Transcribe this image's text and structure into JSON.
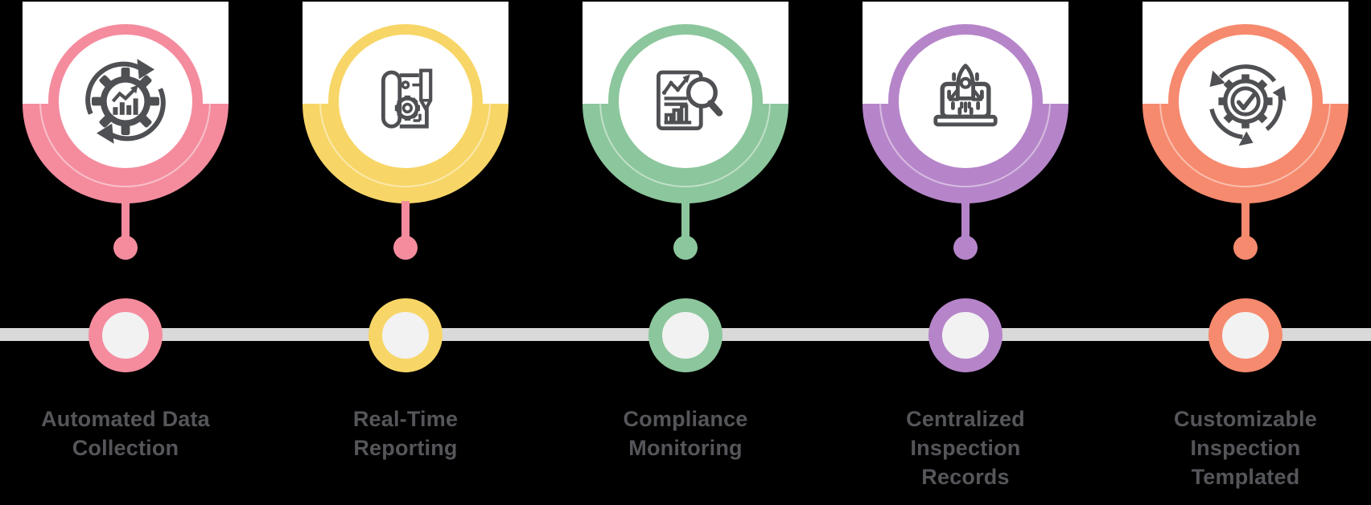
{
  "background_color": "#000000",
  "label_color": "#55565A",
  "icon_stroke_color": "#4F5053",
  "timeline": {
    "line_color": "#D9D9D9",
    "node_fill": "#F2F2F2"
  },
  "items": [
    {
      "label_lines": [
        "Automated Data",
        "Collection"
      ],
      "color": "#F48C9E",
      "stem_color": "#F48C9E",
      "icon": "automation-gear-chart-icon"
    },
    {
      "label_lines": [
        "Real-Time",
        "Reporting"
      ],
      "color": "#F7D667",
      "stem_color": "#F48C9E",
      "icon": "blueprint-gear-pencil-icon"
    },
    {
      "label_lines": [
        "Compliance",
        "Monitoring"
      ],
      "color": "#8CC69C",
      "stem_color": "#8CC69C",
      "icon": "report-magnifier-icon"
    },
    {
      "label_lines": [
        "Centralized",
        "Inspection",
        "Records"
      ],
      "color": "#B685C9",
      "stem_color": "#B685C9",
      "icon": "laptop-rocket-icon"
    },
    {
      "label_lines": [
        "Customizable",
        "Inspection",
        "Templated"
      ],
      "color": "#F68A6E",
      "stem_color": "#F68A6E",
      "icon": "gear-check-cycle-icon"
    }
  ]
}
